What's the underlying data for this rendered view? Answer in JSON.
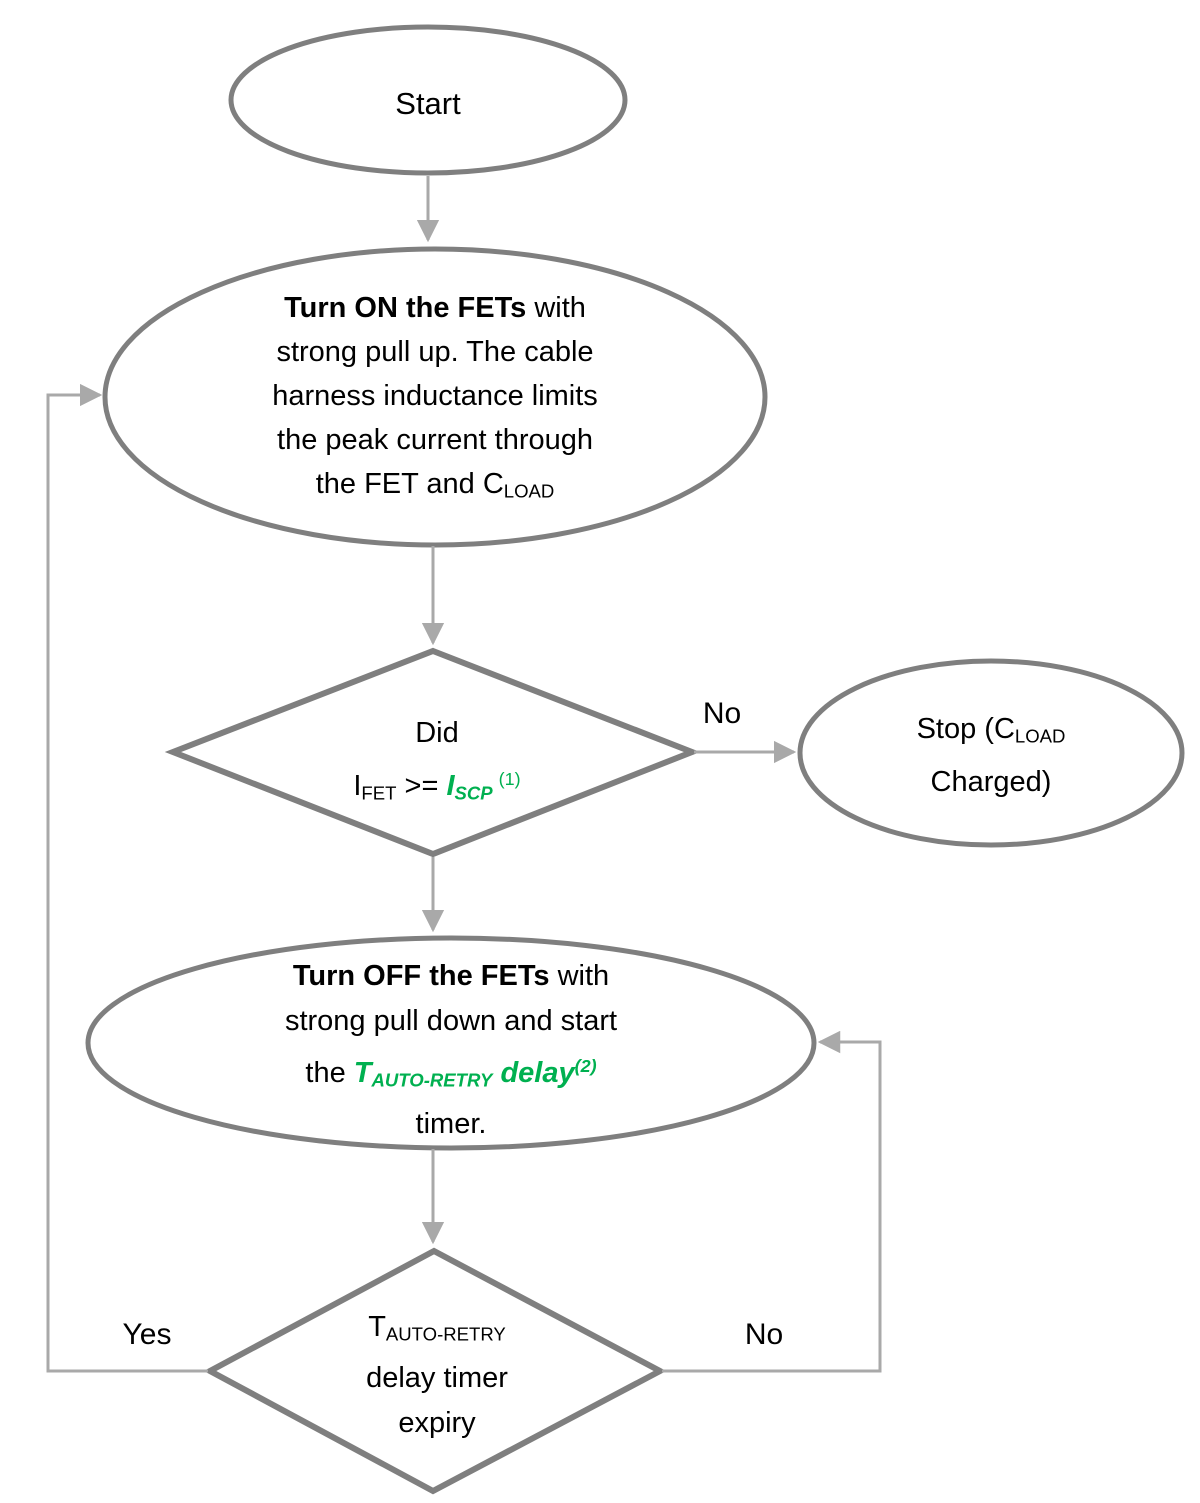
{
  "colors": {
    "accent_green": "#00B050",
    "shape_stroke": "#7F7F7F",
    "connector": "#A9A9A9",
    "text": "#000000"
  },
  "nodes": {
    "start": {
      "label": "Start"
    },
    "turn_on": {
      "bold": "Turn ON the FETs",
      "after_bold": " with",
      "line2": "strong pull up. The cable",
      "line3": "harness inductance limits",
      "line4": "the peak current through",
      "line5_pre": "the FET and C",
      "line5_sub": "LOAD"
    },
    "decision1": {
      "line1": "Did",
      "i": "I",
      "i_sub": "FET",
      "op": " >= ",
      "iscp": "I",
      "iscp_sub": "SCP",
      "sup": "(1)"
    },
    "stop": {
      "line1_pre": "Stop (C",
      "line1_sub": "LOAD",
      "line2": "Charged)"
    },
    "turn_off": {
      "bold": "Turn OFF the FETs",
      "after_bold": " with",
      "line2": "strong pull down and start",
      "line3_pre": "the ",
      "t": "T",
      "t_sub": "AUTO-RETRY",
      "delay": " delay",
      "delay_sup": "(2)",
      "line4": "timer."
    },
    "decision2": {
      "t": "T",
      "t_sub": "AUTO-RETRY",
      "line2": "delay timer",
      "line3": "expiry"
    }
  },
  "edges": {
    "yes_label": "Yes",
    "no_top_label": "No",
    "no_bottom_label": "No"
  }
}
